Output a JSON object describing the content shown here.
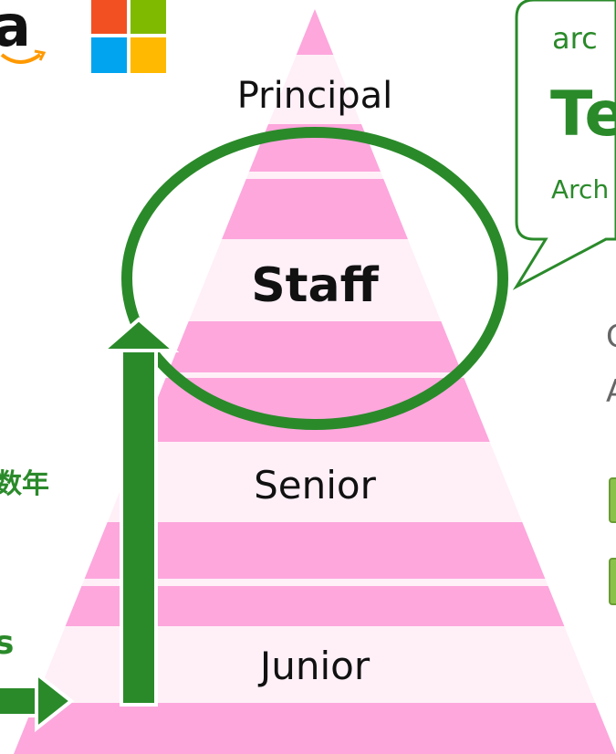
{
  "colors": {
    "stripe_dark": "#fda7dd",
    "stripe_light": "#fff0f8",
    "green": "#2a8a2a",
    "green_light": "#8bc34a",
    "amazon_orange": "#ff9900",
    "ms_red": "#f25022",
    "ms_green": "#7fba00",
    "ms_blue": "#00a4ef",
    "ms_yellow": "#ffb900"
  },
  "logos": {
    "amazon_glyph": "a",
    "microsoft": "microsoft-logo"
  },
  "pyramid": {
    "levels": [
      "Principal",
      "Staff",
      "Senior",
      "Junior"
    ],
    "highlighted": "Staff"
  },
  "callout": {
    "line1": "arc",
    "title": "Te",
    "line3": "Arch"
  },
  "right_text": {
    "line1": "C",
    "line2": "A"
  },
  "left_text": {
    "kanji": "数年",
    "s": "s"
  }
}
